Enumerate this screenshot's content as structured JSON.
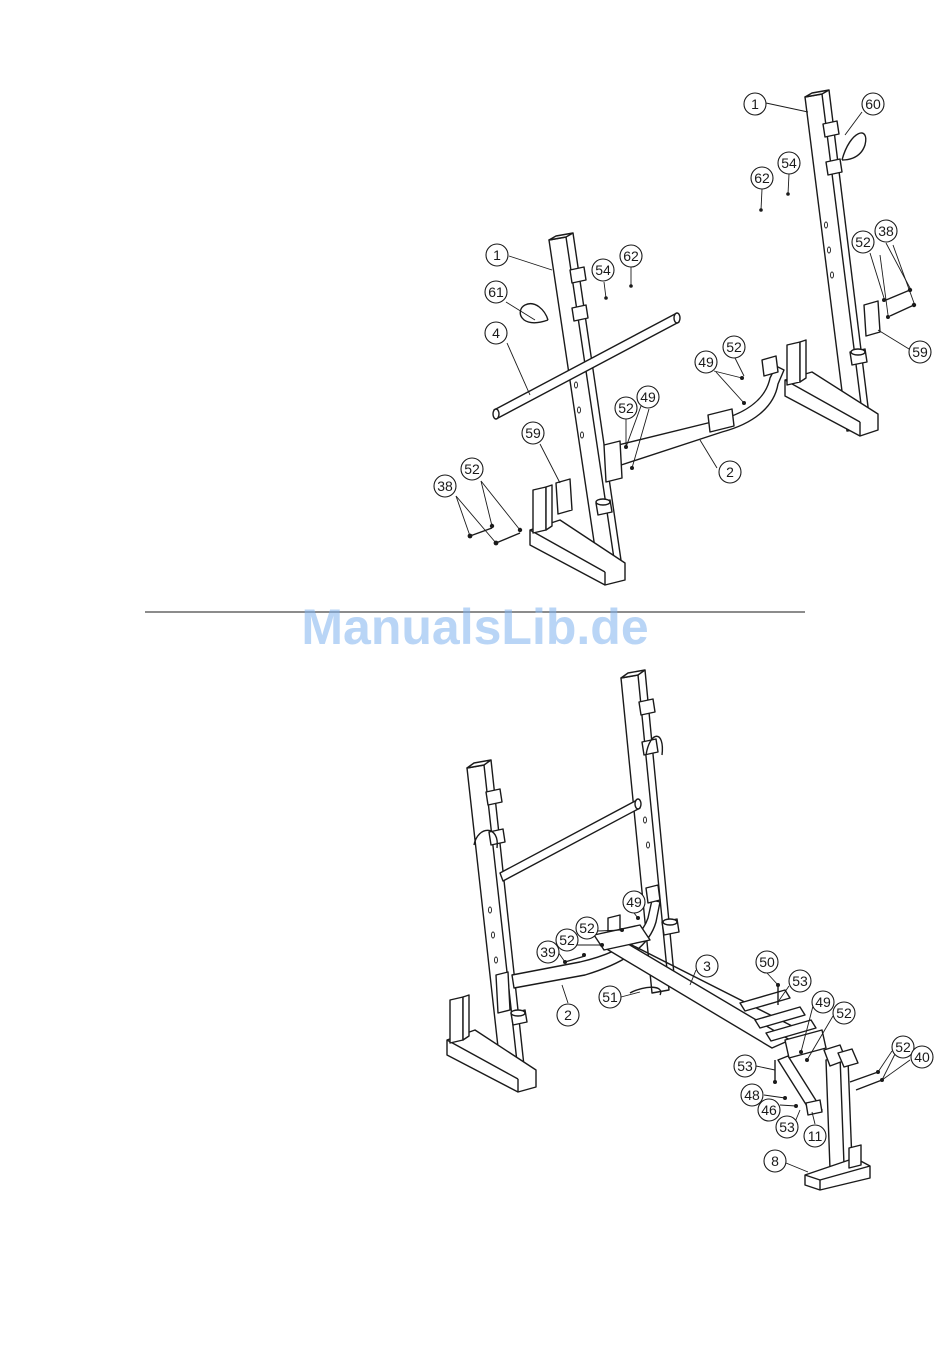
{
  "watermark": "ManualsLib.de",
  "top_callouts": [
    "1",
    "60",
    "54",
    "62",
    "52",
    "38",
    "59",
    "1",
    "54",
    "62",
    "61",
    "4",
    "49",
    "52",
    "52",
    "49",
    "2",
    "59",
    "52",
    "38"
  ],
  "bottom_callouts": [
    "49",
    "52",
    "52",
    "39",
    "3",
    "50",
    "53",
    "51",
    "2",
    "49",
    "52",
    "52",
    "40",
    "53",
    "48",
    "46",
    "53",
    "11",
    "8"
  ],
  "colors": {
    "line": "#1a1a1a",
    "watermark": "#7fb2ee",
    "background": "#ffffff"
  }
}
